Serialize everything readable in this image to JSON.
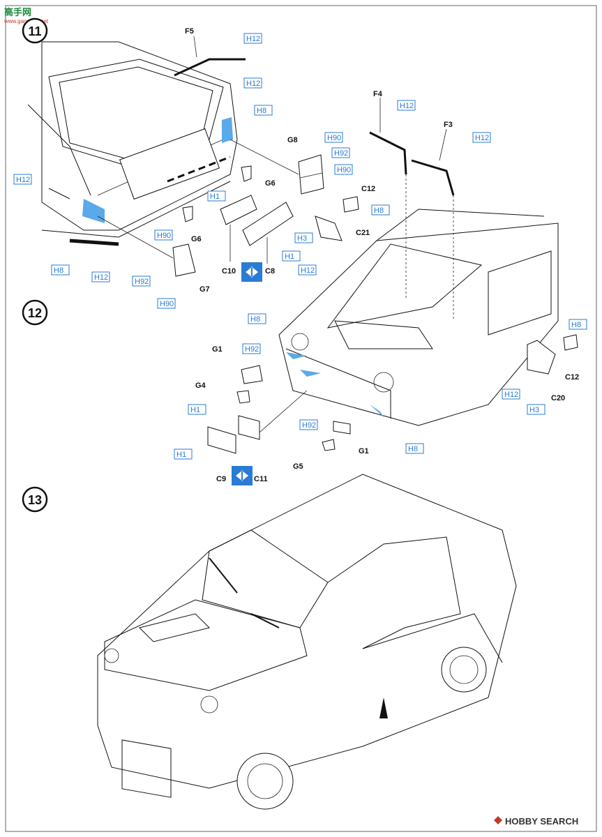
{
  "watermark_top": {
    "logo_text": "高手网",
    "url_text": "www.gaoshou.net"
  },
  "watermark_bottom": "HOBBY SEARCH",
  "steps": [
    {
      "number": "11"
    },
    {
      "number": "12"
    },
    {
      "number": "13"
    }
  ],
  "colors": {
    "h_code_blue": "#2a7bd4",
    "accent_blue": "#5aa9ea",
    "ink": "#111111"
  },
  "step11": {
    "part_labels": [
      "F5",
      "G8",
      "G6",
      "G6",
      "G7",
      "C10",
      "C8"
    ],
    "color_codes": [
      "H12",
      "H12",
      "H8",
      "H12",
      "H8",
      "H12",
      "H90",
      "H92",
      "H90",
      "H1",
      "H1",
      "H90",
      "H92",
      "H90"
    ]
  },
  "step12": {
    "part_labels": [
      "F4",
      "F3",
      "C12",
      "C21",
      "G1",
      "G4",
      "C11",
      "C9",
      "G5",
      "G1",
      "C12",
      "C20"
    ],
    "color_codes": [
      "H12",
      "H12",
      "H8",
      "H3",
      "H12",
      "H8",
      "H92",
      "H1",
      "H1",
      "H92",
      "H8",
      "H8",
      "H12",
      "H3"
    ]
  }
}
